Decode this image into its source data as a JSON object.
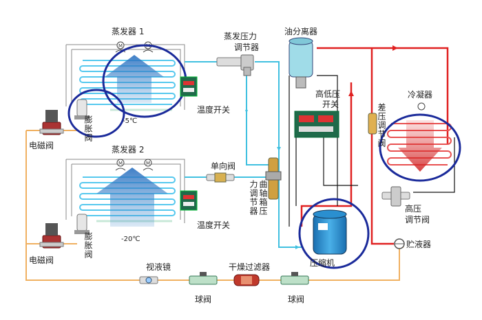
{
  "labels": {
    "evaporator1": "蒸发器 1",
    "evaporator2": "蒸发器 2",
    "evap_pressure_regulator": [
      "蒸发压力",
      "调节器"
    ],
    "oil_separator": "油分离器",
    "hp_lp_switch": [
      "高低压",
      "开关"
    ],
    "condenser": "冷凝器",
    "diff_pressure_valve": "差压调节阀",
    "temp_switch_1": "温度开关",
    "temp_switch_2": "温度开关",
    "expansion_valve_1": "膨胀阀",
    "expansion_valve_2": "膨胀阀",
    "solenoid_valve_1": "电磁阀",
    "solenoid_valve_2": "电磁阀",
    "check_valve": "单向阀",
    "crankcase_regulator": [
      "曲轴箱压",
      "力调节器"
    ],
    "hp_regulator": [
      "高压",
      "调节阀"
    ],
    "receiver": "贮液器",
    "compressor": "压缩机",
    "sight_glass": "视液镜",
    "filter_drier": "干燥过滤器",
    "ball_valve_1": "球阀",
    "ball_valve_2": "球阀",
    "temp_1": "-5℃",
    "temp_2": "-20℃"
  },
  "colors": {
    "liquid_line": "#f0b060",
    "suction_line": "#40c0e0",
    "discharge_line": "#e02020",
    "highlight_circle": "#1a2a9a",
    "black_line": "#111111"
  }
}
